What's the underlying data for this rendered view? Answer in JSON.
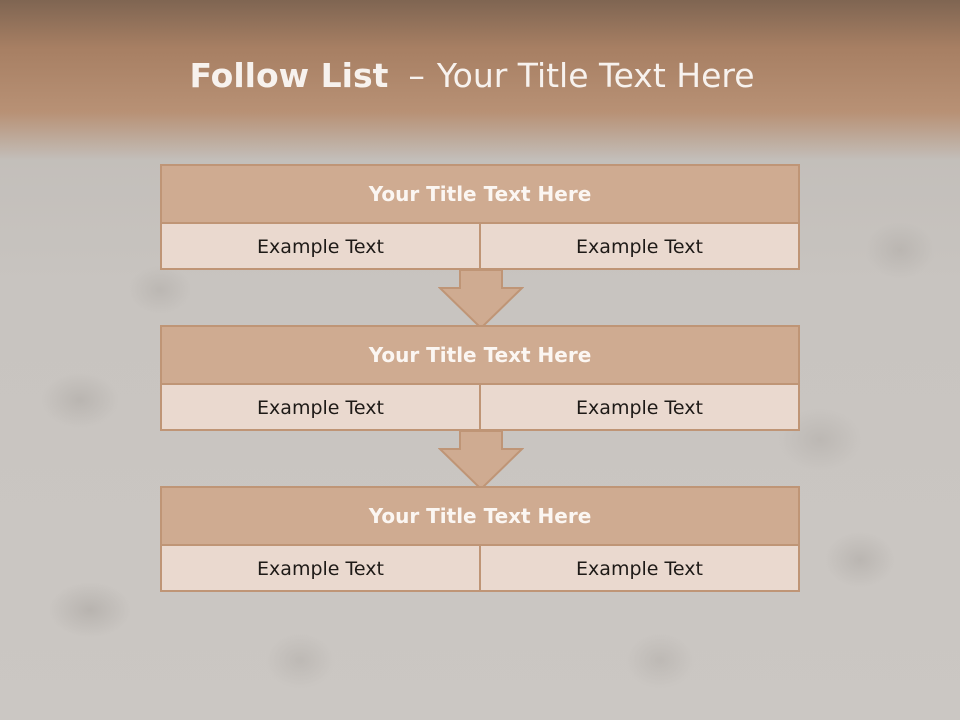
{
  "title": {
    "bold": "Follow List",
    "separator": "–",
    "rest": "Your Title Text Here"
  },
  "blocks": [
    {
      "heading": "Your Title Text Here",
      "left": "Example Text",
      "right": "Example Text"
    },
    {
      "heading": "Your Title Text Here",
      "left": "Example Text",
      "right": "Example Text"
    },
    {
      "heading": "Your Title Text Here",
      "left": "Example Text",
      "right": "Example Text"
    }
  ],
  "colors": {
    "header_top": "#7f6552",
    "header_band": "#b89175",
    "block_heading": "#cfab91",
    "block_body": "#ead9cf",
    "border": "#bf9576"
  },
  "icons": {
    "connector": "down-arrow-icon"
  }
}
